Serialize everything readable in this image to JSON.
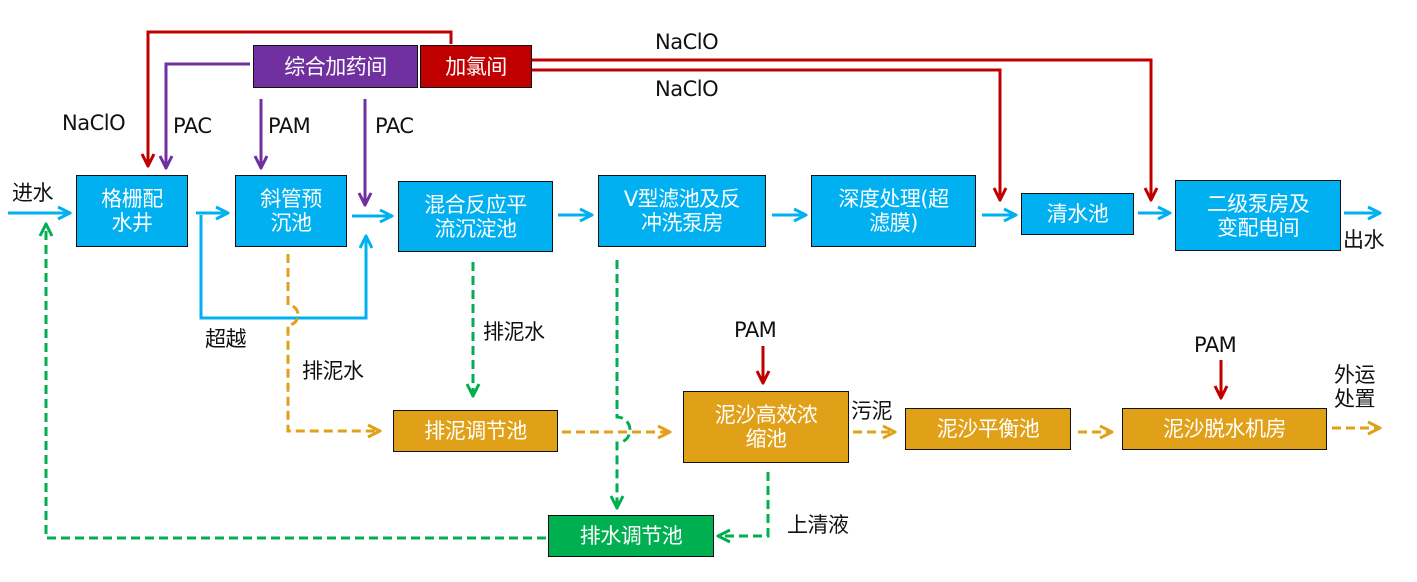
{
  "colors": {
    "main_flow": "#00b0f0",
    "sludge_flow": "#e0a018",
    "return_flow": "#00b050",
    "pac_pam_dosing": "#7030a0",
    "chlorine_dosing": "#c00000"
  },
  "dosing": {
    "chem_room": "综合加药间",
    "chlorine_room": "加氯间"
  },
  "main_line": {
    "inlet": "进水",
    "outlet": "出水",
    "units": [
      "格栅配\n水井",
      "斜管预\n沉池",
      "混合反应平\n流沉淀池",
      "V型滤池及反\n冲洗泵房",
      "深度处理(超\n滤膜)",
      "清水池",
      "二级泵房及\n变配电间"
    ],
    "bypass": "超越"
  },
  "chemicals": {
    "naclo_1": "NaClO",
    "pac_1": "PAC",
    "pam_1": "PAM",
    "pac_2": "PAC",
    "naclo_top": "NaClO",
    "naclo_mid": "NaClO",
    "pam_thickener": "PAM",
    "pam_dewater": "PAM"
  },
  "sludge_line": {
    "sludge_tank": "排泥调节池",
    "thickener": "泥沙高效浓\n缩池",
    "balance_tank": "泥沙平衡池",
    "dewatering": "泥沙脱水机房",
    "drain_tank": "排水调节池",
    "sludge_water_1": "排泥水",
    "sludge_water_2": "排泥水",
    "sludge": "污泥",
    "supernatant": "上清液",
    "disposal": "外运\n处置"
  }
}
